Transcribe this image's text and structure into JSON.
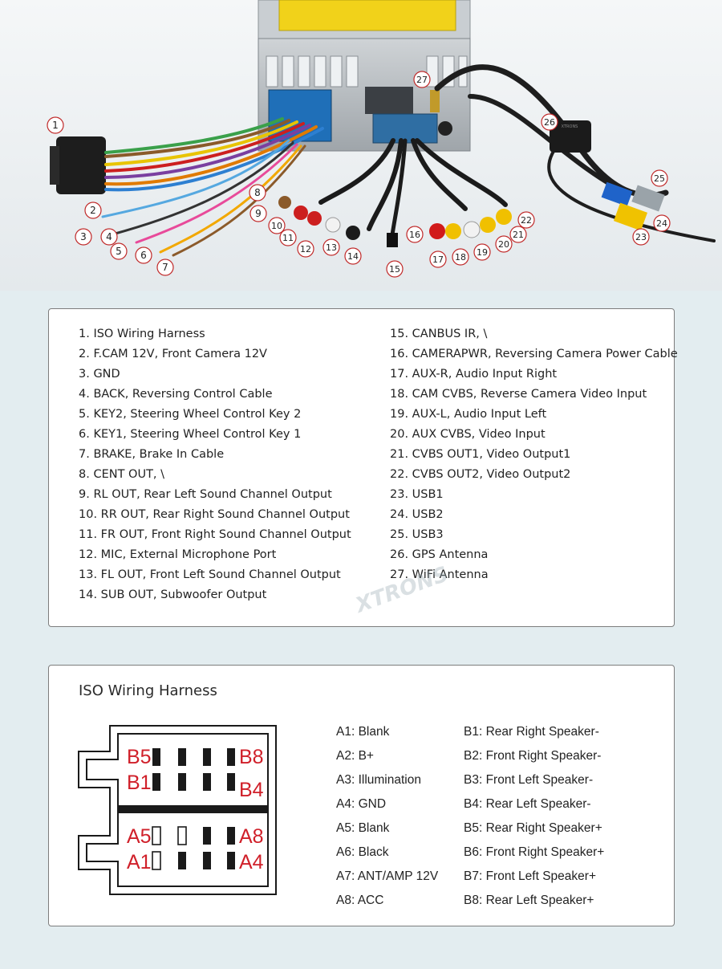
{
  "photo": {
    "callouts": [
      "1",
      "2",
      "3",
      "4",
      "5",
      "6",
      "7",
      "8",
      "9",
      "10",
      "11",
      "12",
      "13",
      "14",
      "15",
      "16",
      "17",
      "18",
      "19",
      "20",
      "21",
      "22",
      "23",
      "24",
      "25",
      "26",
      "27"
    ],
    "unit_brand": "XTRONS"
  },
  "legend": {
    "left": [
      "1. ISO Wiring Harness",
      "2. F.CAM 12V, Front Camera 12V",
      "3. GND",
      "4. BACK, Reversing Control Cable",
      "5. KEY2, Steering Wheel Control Key 2",
      "6. KEY1, Steering Wheel Control Key 1",
      "7. BRAKE, Brake In Cable",
      "8. CENT OUT, \\",
      "9. RL OUT, Rear Left Sound Channel Output",
      "10. RR OUT, Rear Right Sound Channel Output",
      "11. FR OUT, Front Right Sound Channel Output",
      "12. MIC, External Microphone Port",
      "13. FL OUT, Front Left Sound Channel Output",
      "14. SUB OUT, Subwoofer Output"
    ],
    "right": [
      "15. CANBUS IR, \\",
      "16. CAMERAPWR, Reversing Camera Power Cable",
      "17. AUX-R, Audio Input Right",
      "18. CAM CVBS, Reverse Camera Video Input",
      "19. AUX-L, Audio Input Left",
      "20. AUX CVBS, Video Input",
      "21. CVBS OUT1, Video Output1",
      "22. CVBS OUT2, Video Output2",
      "23. USB1",
      "24. USB2",
      "25. USB3",
      "26. GPS Antenna",
      "27. WiFi Antenna"
    ]
  },
  "iso": {
    "title": "ISO Wiring Harness",
    "connector_labels": {
      "b5": "B5",
      "b8": "B8",
      "b1": "B1",
      "b4": "B4",
      "a5": "A5",
      "a8": "A8",
      "a1": "A1",
      "a4": "A4"
    },
    "pins_a": [
      "A1: Blank",
      "A2: B+",
      "A3: Illumination",
      "A4: GND",
      "A5: Blank",
      "A6: Black",
      "A7: ANT/AMP 12V",
      "A8: ACC"
    ],
    "pins_b": [
      "B1: Rear Right Speaker-",
      "B2: Front Right Speaker-",
      "B3: Front Left Speaker-",
      "B4: Rear Left Speaker-",
      "B5: Rear Right Speaker+",
      "B6: Front Right Speaker+",
      "B7: Front Left Speaker+",
      "B8: Rear Left Speaker+"
    ]
  },
  "colors": {
    "accent_red": "#d0202a",
    "background": "#e3edf0",
    "panel_border": "#7d7d7d"
  }
}
